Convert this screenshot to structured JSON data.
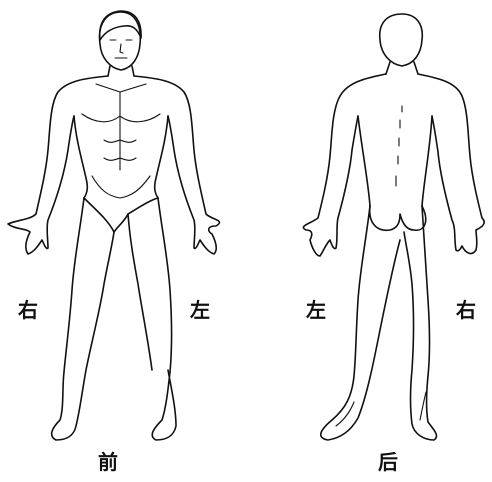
{
  "labels": {
    "front_right": "右",
    "front_left": "左",
    "back_left": "左",
    "back_right": "右",
    "front": "前",
    "back": "后"
  },
  "line_color": "#111111",
  "background": "#ffffff"
}
